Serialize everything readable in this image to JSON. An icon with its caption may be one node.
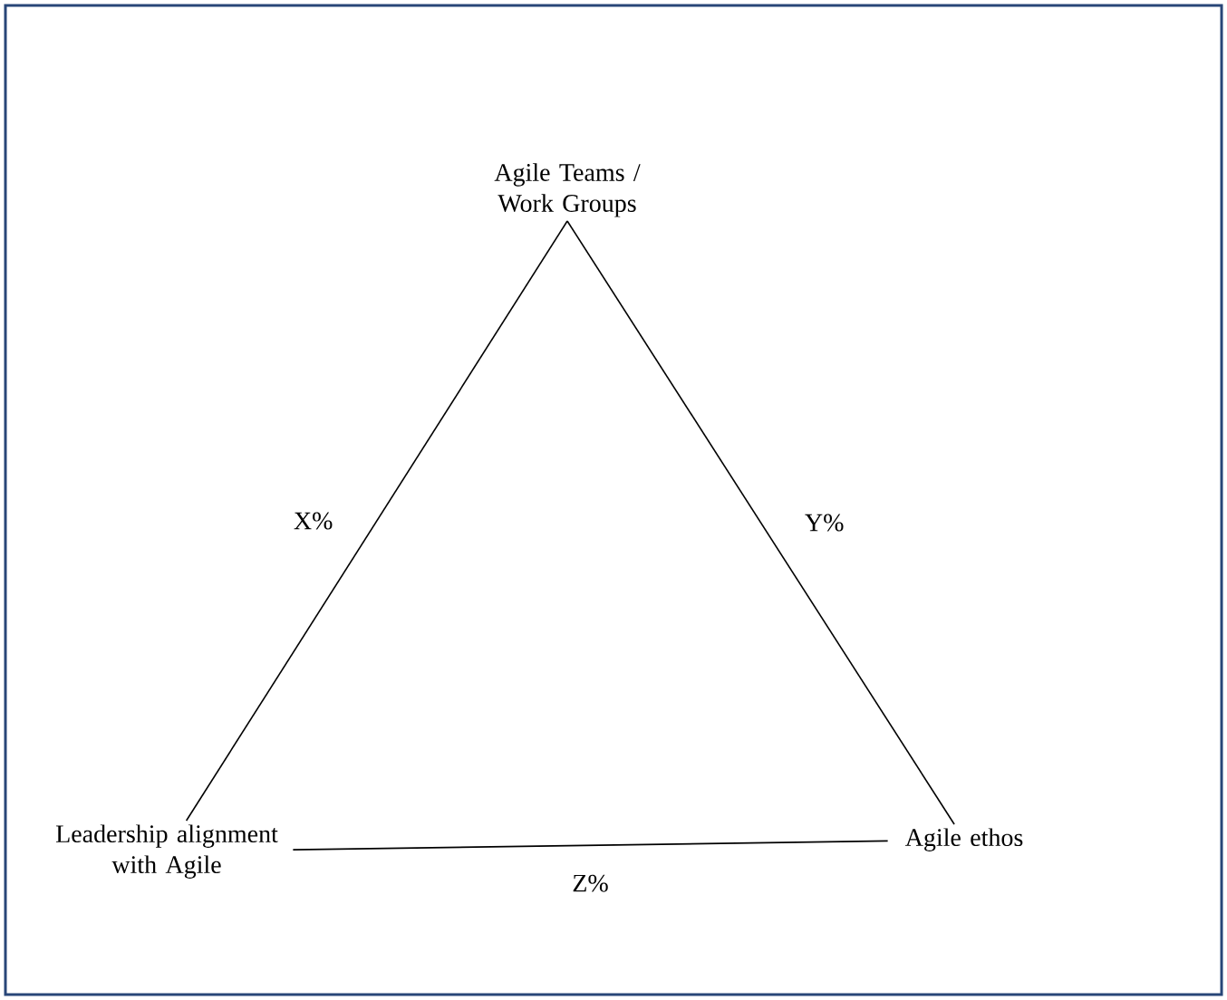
{
  "diagram": {
    "nodes": [
      {
        "text": [
          "Agile Teams / Work Groups"
        ]
      },
      {
        "text": [
          "Leadership alignment with Agile"
        ]
      },
      {
        "text": [
          "Agile ethos"
        ]
      }
    ],
    "edges": [
      {
        "from": 0,
        "to": 1,
        "arrow": "none",
        "label": "X%"
      },
      {
        "from": 0,
        "to": 2,
        "arrow": "none",
        "label": "Y%"
      },
      {
        "from": 1,
        "to": 2,
        "arrow": "none",
        "label": "Z%"
      }
    ]
  }
}
